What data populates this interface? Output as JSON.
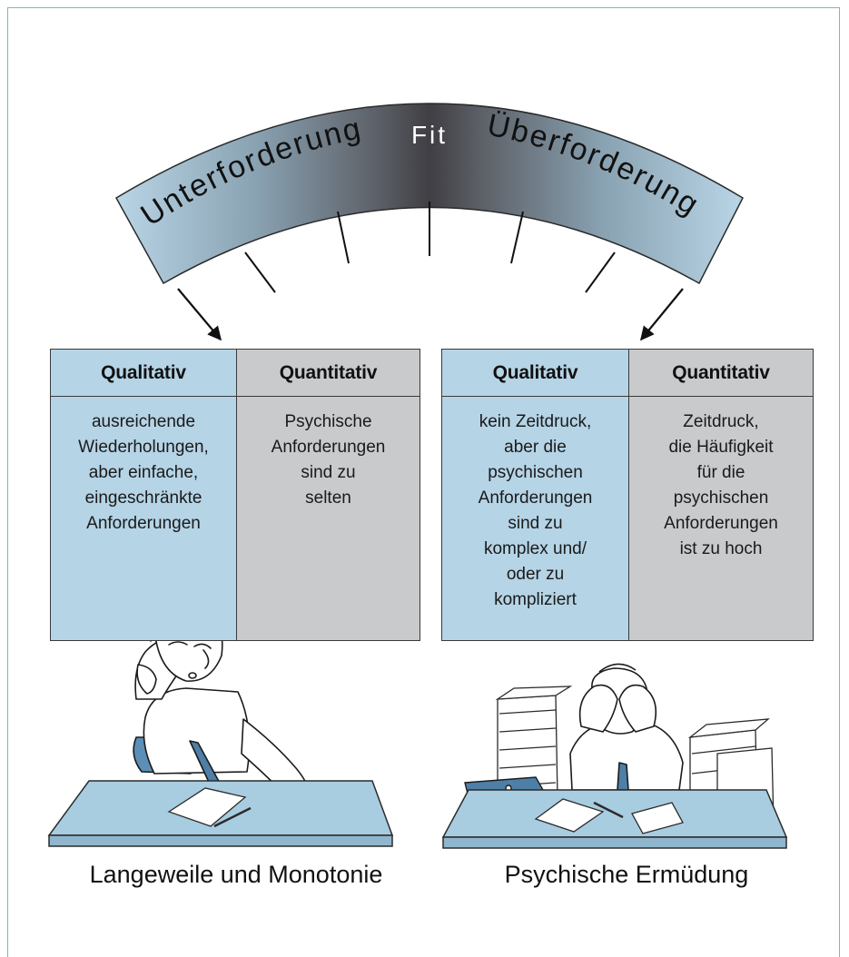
{
  "gauge": {
    "left_label": "Unterforderung",
    "center_label": "Fit",
    "right_label": "Überforderung"
  },
  "left_table": {
    "columns": [
      {
        "header": "Qualitativ",
        "body": "ausreichende\nWiederholungen,\naber einfache,\neingeschränkte\nAnforderungen"
      },
      {
        "header": "Quantitativ",
        "body": "Psychische\nAnforderungen\nsind zu\nselten"
      }
    ]
  },
  "right_table": {
    "columns": [
      {
        "header": "Qualitativ",
        "body": "kein Zeitdruck,\naber die\npsychischen\nAnforderungen\nsind zu\nkomplex und/\noder zu\nkompliziert"
      },
      {
        "header": "Quantitativ",
        "body": "Zeitdruck,\ndie Häufigkeit\nfür die\npsychischen\nAnforderungen\nist zu hoch"
      }
    ]
  },
  "captions": {
    "left": "Langeweile und Monotonie",
    "right": "Psychische Ermüdung"
  },
  "colors": {
    "gauge_light": "#a9c9dc",
    "gauge_dark": "#4b4b4f",
    "qualitative_fill": "#b5d4e6",
    "quantitative_fill": "#c9cacc",
    "desk": "#a8cce0",
    "frame": "#7fb3c4"
  }
}
